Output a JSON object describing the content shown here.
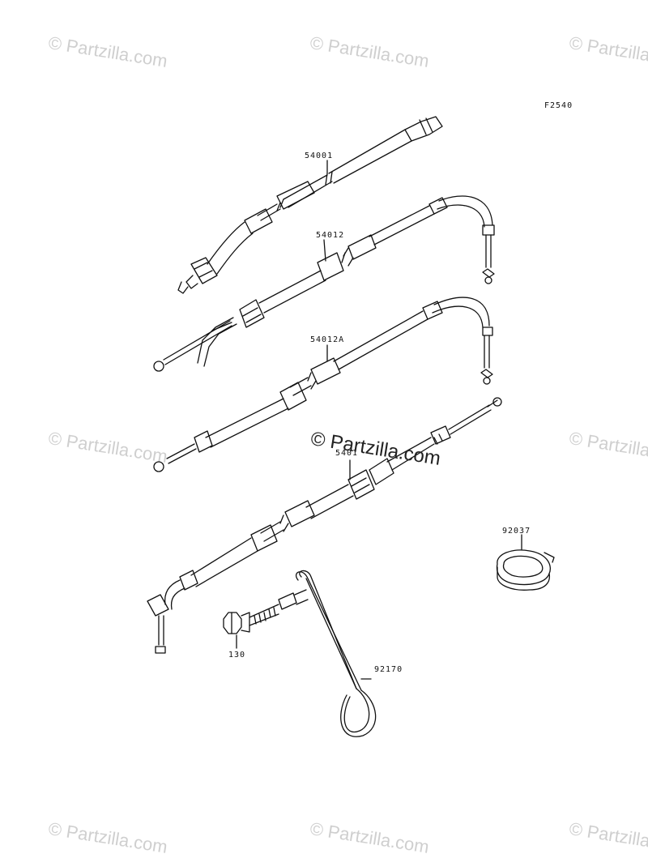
{
  "diagram": {
    "code": "F2540",
    "watermark": "© Partzilla.com",
    "center_watermark": "© Partzilla.com",
    "parts": [
      {
        "number": "54001"
      },
      {
        "number": "54012"
      },
      {
        "number": "54012A"
      },
      {
        "number": "5401"
      },
      {
        "number": "92037"
      },
      {
        "number": "130"
      },
      {
        "number": "92170"
      }
    ]
  }
}
